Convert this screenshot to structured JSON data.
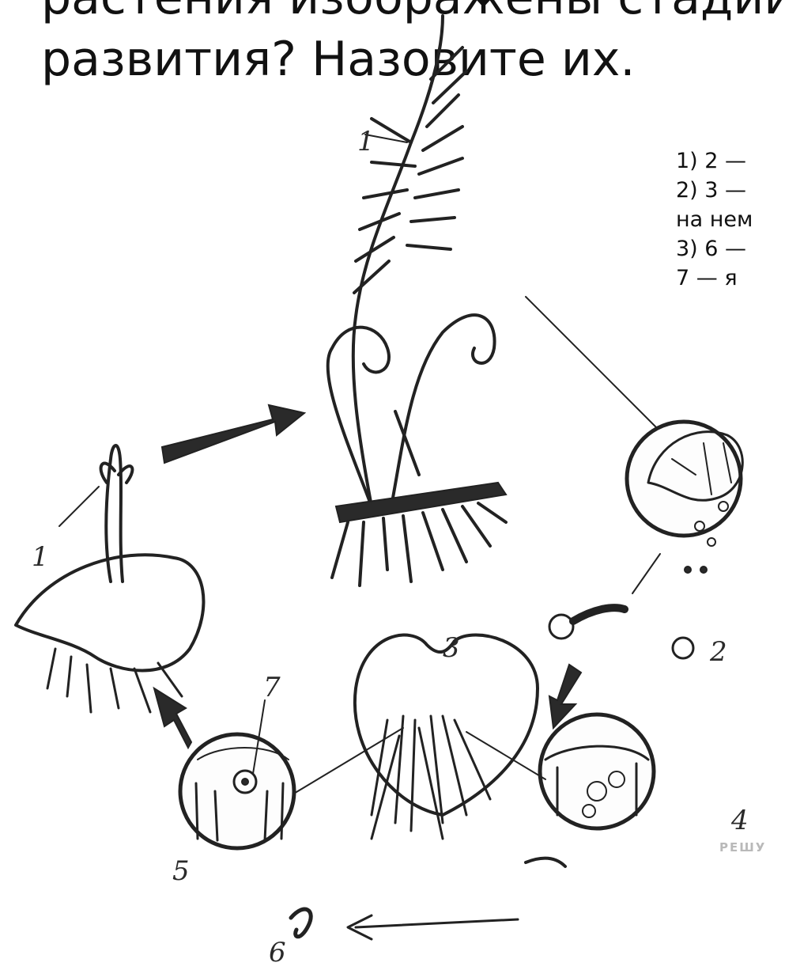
{
  "question": {
    "line1": "растения изображены стадии его",
    "line2": "развития? Назовите их."
  },
  "answers": [
    "1) 2 —",
    "2) 3 —",
    "на нем",
    "3) 6 —",
    " 7 — я"
  ],
  "figure_labels": {
    "adult_sporophyte": "1",
    "young_sporophyte": "1",
    "spore": "2",
    "prothallus": "3",
    "antheridium": "4",
    "archegonium": "5",
    "sperm": "6",
    "egg": "7"
  },
  "watermark": "РЕШУ"
}
